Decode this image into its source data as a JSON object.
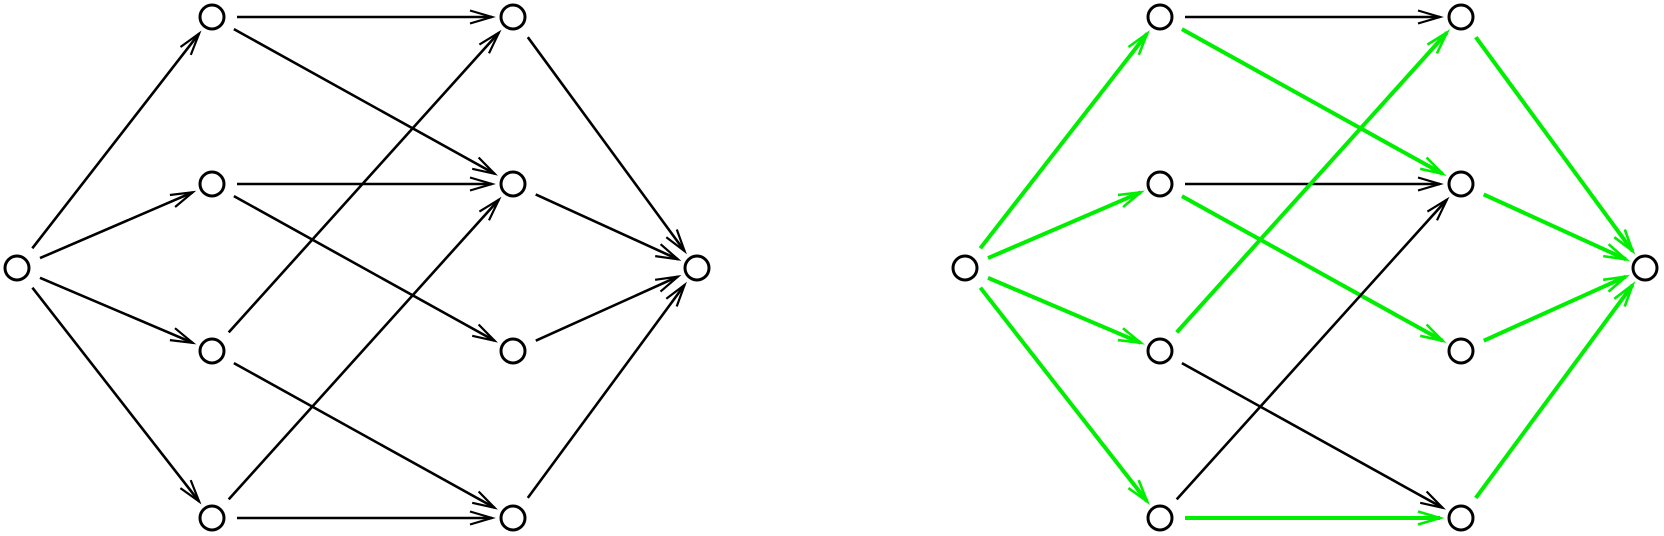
{
  "colors": {
    "background": "#ffffff",
    "default_edge": "#000000",
    "highlight_edge": "#00ee00",
    "node_stroke": "#000000",
    "node_fill": "#ffffff"
  },
  "graphs": [
    {
      "name": "left-graph",
      "nodes": [
        "s",
        "a1",
        "a2",
        "a3",
        "a4",
        "b1",
        "b2",
        "b3",
        "b4",
        "t"
      ],
      "edges": [
        {
          "from": "s",
          "to": "a1",
          "highlight": false
        },
        {
          "from": "s",
          "to": "a2",
          "highlight": false
        },
        {
          "from": "s",
          "to": "a3",
          "highlight": false
        },
        {
          "from": "s",
          "to": "a4",
          "highlight": false
        },
        {
          "from": "a1",
          "to": "b1",
          "highlight": false
        },
        {
          "from": "a1",
          "to": "b2",
          "highlight": false
        },
        {
          "from": "a2",
          "to": "b2",
          "highlight": false
        },
        {
          "from": "a2",
          "to": "b3",
          "highlight": false
        },
        {
          "from": "a3",
          "to": "b1",
          "highlight": false
        },
        {
          "from": "a3",
          "to": "b4",
          "highlight": false
        },
        {
          "from": "a4",
          "to": "b2",
          "highlight": false
        },
        {
          "from": "a4",
          "to": "b4",
          "highlight": false
        },
        {
          "from": "b1",
          "to": "t",
          "highlight": false
        },
        {
          "from": "b2",
          "to": "t",
          "highlight": false
        },
        {
          "from": "b3",
          "to": "t",
          "highlight": false
        },
        {
          "from": "b4",
          "to": "t",
          "highlight": false
        }
      ]
    },
    {
      "name": "right-graph",
      "nodes": [
        "s",
        "a1",
        "a2",
        "a3",
        "a4",
        "b1",
        "b2",
        "b3",
        "b4",
        "t"
      ],
      "edges": [
        {
          "from": "s",
          "to": "a1",
          "highlight": true
        },
        {
          "from": "s",
          "to": "a2",
          "highlight": true
        },
        {
          "from": "s",
          "to": "a3",
          "highlight": true
        },
        {
          "from": "s",
          "to": "a4",
          "highlight": true
        },
        {
          "from": "a1",
          "to": "b1",
          "highlight": false
        },
        {
          "from": "a1",
          "to": "b2",
          "highlight": true
        },
        {
          "from": "a2",
          "to": "b2",
          "highlight": false
        },
        {
          "from": "a2",
          "to": "b3",
          "highlight": true
        },
        {
          "from": "a3",
          "to": "b1",
          "highlight": true
        },
        {
          "from": "a3",
          "to": "b4",
          "highlight": false
        },
        {
          "from": "a4",
          "to": "b2",
          "highlight": false
        },
        {
          "from": "a4",
          "to": "b4",
          "highlight": true
        },
        {
          "from": "b1",
          "to": "t",
          "highlight": true
        },
        {
          "from": "b2",
          "to": "t",
          "highlight": true
        },
        {
          "from": "b3",
          "to": "t",
          "highlight": true
        },
        {
          "from": "b4",
          "to": "t",
          "highlight": true
        }
      ]
    }
  ]
}
